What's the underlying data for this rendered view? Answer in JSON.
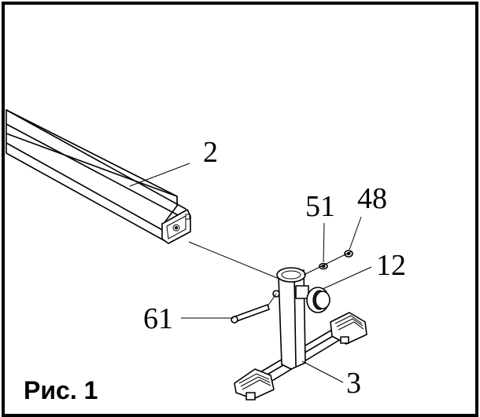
{
  "figure": {
    "caption": "Рис. 1"
  },
  "callouts": [
    {
      "id": "tube",
      "label": "2"
    },
    {
      "id": "washer",
      "label": "51"
    },
    {
      "id": "nut",
      "label": "48"
    },
    {
      "id": "knob",
      "label": "12"
    },
    {
      "id": "bolt",
      "label": "61"
    },
    {
      "id": "base",
      "label": "3"
    }
  ],
  "colors": {
    "ink": "#000000",
    "paper": "#ffffff"
  }
}
